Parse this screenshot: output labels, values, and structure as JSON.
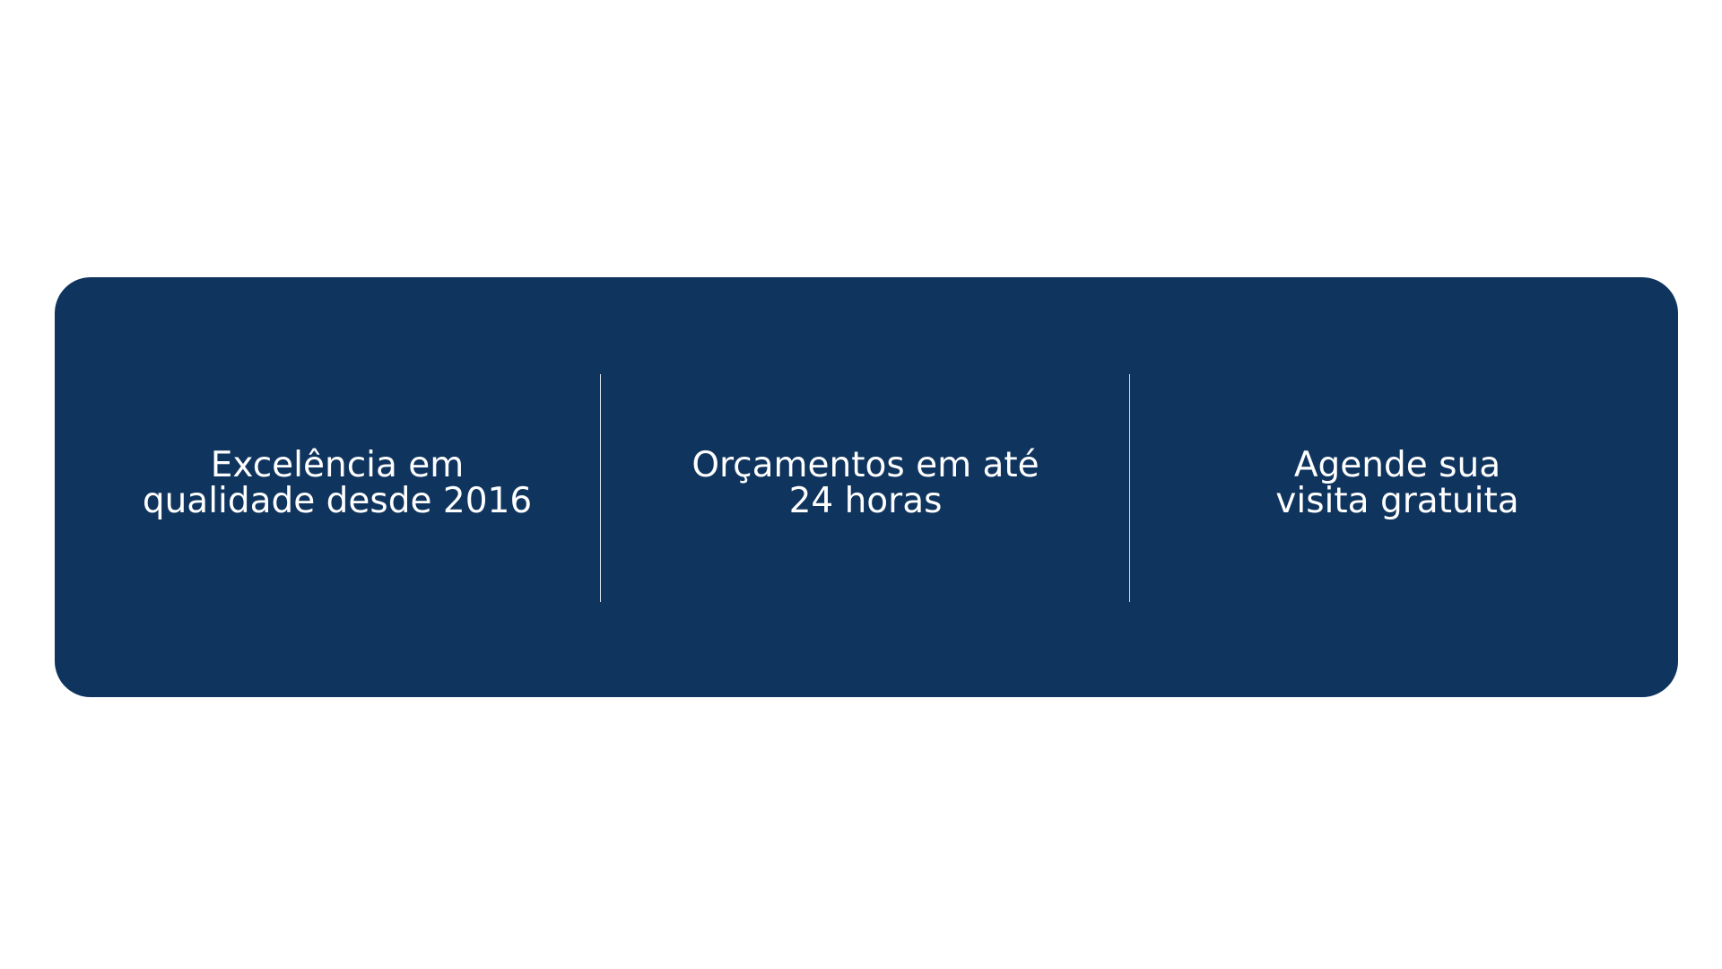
{
  "banner": {
    "background_color": "#0f345e",
    "text_color": "#ffffff",
    "features": [
      {
        "line1": "Excelência em",
        "line2": "qualidade desde 2016"
      },
      {
        "line1": "Orçamentos em até",
        "line2": "24 horas"
      },
      {
        "line1": "Agende sua",
        "line2": "visita gratuita"
      }
    ]
  }
}
